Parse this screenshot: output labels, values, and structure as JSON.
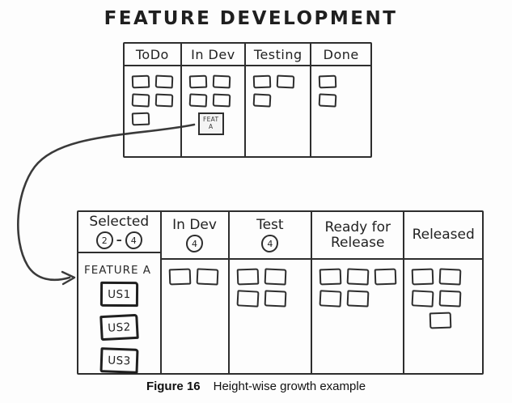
{
  "title": "FEATURE DEVELOPMENT",
  "top_board": {
    "columns": [
      {
        "label": "ToDo",
        "card_rows": [
          2,
          2,
          1
        ]
      },
      {
        "label": "In Dev",
        "card_rows": [
          2,
          2
        ],
        "feature_card": {
          "line1": "FEAT",
          "line2": "A"
        }
      },
      {
        "label": "Testing",
        "card_rows": [
          2,
          1
        ]
      },
      {
        "label": "Done",
        "card_rows": [
          1,
          1
        ]
      }
    ]
  },
  "bottom_board": {
    "wip_separator": "–",
    "columns": [
      {
        "label": "Selected",
        "wip": [
          "2",
          "4"
        ],
        "feature_label": "FEATURE A",
        "story_cards": [
          "US1",
          "US2",
          "US3"
        ]
      },
      {
        "label": "In Dev",
        "wip": [
          "4"
        ],
        "card_rows": [
          2
        ]
      },
      {
        "label": "Test",
        "wip": [
          "4"
        ],
        "card_rows": [
          2,
          2
        ]
      },
      {
        "label": "Ready for Release",
        "card_rows": [
          3,
          2
        ]
      },
      {
        "label": "Released",
        "card_rows": [
          2,
          2,
          1
        ]
      }
    ]
  },
  "caption": {
    "label": "Figure 16",
    "text": "Height-wise growth example"
  },
  "colors": {
    "ink": "#2e2e2e",
    "background": "#fdfdfd"
  }
}
